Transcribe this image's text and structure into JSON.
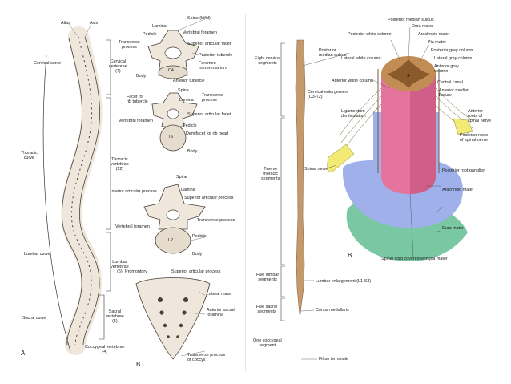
{
  "panel_a": {
    "letter": "A",
    "spine_labels": {
      "atlas": "Atlas",
      "axis": "Axis",
      "cervical_curve": "Cervical curve",
      "cervical_vertebrae": [
        "Cervical",
        "vertebrae",
        "(7)"
      ],
      "thoracic_curve": [
        "Thoracic",
        "curve"
      ],
      "thoracic_vertebrae": [
        "Thoracic",
        "vertebrae",
        "(12)"
      ],
      "lumbar_curve": "Lumbar curve",
      "lumbar_vertebrae": [
        "Lumbar",
        "vertebrae",
        "(5)"
      ],
      "sacral_curve": "Sacral curve",
      "sacral_vertebrae": [
        "Sacral",
        "vertebrae",
        "(5)"
      ],
      "coccygeal_vertebrae": [
        "Coccygeal vertebrae",
        "(4)"
      ]
    },
    "letter_b": "B",
    "vertebra_c4": {
      "code": "C4",
      "spine_bifid": "Spine (bifid)",
      "lamina": "Lamina",
      "vertebral_foramen": "Vertebral foramen",
      "pedicle": "Pedicle",
      "transverse_process": [
        "Transverse",
        "process"
      ],
      "superior_articular_facet": "Superior articular facet",
      "posterior_tubercle": "Posterior tubercle",
      "foramen_transversarium": [
        "Foramen",
        "transversarium"
      ],
      "body": "Body",
      "anterior_tubercle": "Anterior tubercle"
    },
    "vertebra_t6": {
      "code": "T6",
      "spine": "Spine",
      "facet_rib_tubercle": [
        "Facet for",
        "rib tubercle"
      ],
      "lamina": "Lamina",
      "transverse_process": [
        "Transverse",
        "process"
      ],
      "superior_articular_facet": "Superior articular facet",
      "vertebral_foramen": "Vertebral foramen",
      "pedicle": "Pedicle",
      "demifacet_rib_head": "Demifacet for rib head",
      "body": "Body"
    },
    "vertebra_l2": {
      "code": "L2",
      "spine": "Spine",
      "inferior_articular_process": "Inferior articular process",
      "lamina": "Lamina",
      "superior_articular_process": "Superior articular process",
      "transverse_process": "Transverse process",
      "vertebral_foramen": "Vertebral foramen",
      "pedicle": "Pedicle",
      "body": "Body"
    },
    "sacrum": {
      "promontory": "Promontory",
      "superior_articular_process": "Superior articular process",
      "lateral_mass": "Lateral mass",
      "anterior_sacral_foramina": [
        "Anterior sacral",
        "foramina"
      ],
      "transverse_process_coccyx": [
        "Transverse process",
        "of coccyx"
      ]
    }
  },
  "panel_b": {
    "letter": "B",
    "cord_labels": {
      "eight_cervical": [
        "Eight cervical",
        "segments"
      ],
      "posterior_median_sulcus": [
        "Posterior",
        "median sulcus"
      ],
      "cervical_enlargement": [
        "Cervical enlargement",
        "(C3-T2)"
      ],
      "twelve_thoracic": [
        "Twelve",
        "thoracic",
        "segments"
      ],
      "five_lumbar": [
        "Five lumbar",
        "segments"
      ],
      "lumbar_enlargement": "Lumbar enlargement (L1-S3)",
      "five_sacral": [
        "Five sacral",
        "segments"
      ],
      "conus_medullaris": "Conus medullaris",
      "one_coccygeal": [
        "One coccygeal",
        "segment"
      ],
      "filum_terminale": "Filum terminale"
    },
    "section_labels": {
      "posterior_median_sulcus": "Posterior median sulcus",
      "dura_mater": "Dura mater",
      "posterior_white_column": "Posterior white column",
      "arachnoid_mater": "Arachnoid mater",
      "pia_mater": "Pia mater",
      "posterior_gray_column": "Posterior gray column",
      "lateral_white_column": "Lateral white column",
      "lateral_gray_column": "Lateral gray column",
      "anterior_gray_column": [
        "Anterior gray",
        "column"
      ],
      "anterior_white_column": "Anterior white column",
      "central_canal": "Central canal",
      "anterior_median_fissure": [
        "Anterior median",
        "fissure"
      ],
      "ligamentum_denticulatum": [
        "Ligamentum",
        "denticulatum"
      ],
      "anterior_roots": [
        "Anterior",
        "roots of",
        "spinal nerve"
      ],
      "posterior_roots": [
        "Posterior roots",
        "of spinal nerve"
      ],
      "spinal_nerve": "Spinal nerve",
      "posterior_root_ganglion": "Posterior root ganglion",
      "arachnoid_mater_2": "Arachnoid mater",
      "dura_mater_2": "Dura mater",
      "spinal_cord_pia": "Spinal cord covered with pia mater"
    }
  },
  "colors": {
    "bone": "#efe7dc",
    "bone_line": "#4a4038",
    "cord_tan": "#c49a6c",
    "pink": "#e5749d",
    "pia_blue": "#9fb0ea",
    "dura_green": "#79c7a3",
    "nerve_yellow": "#f2ea75",
    "gray_matter": "#c18d55"
  }
}
